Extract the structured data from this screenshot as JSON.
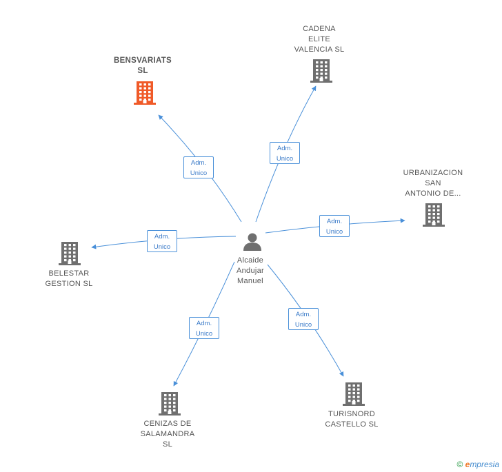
{
  "center": {
    "name_lines": [
      "Alcaide",
      "Andujar",
      "Manuel"
    ]
  },
  "nodes": [
    {
      "id": "bensvariats",
      "lines": [
        "BENSVARIATS",
        "SL"
      ],
      "highlight": true,
      "color": "#f05a28"
    },
    {
      "id": "cadena",
      "lines": [
        "CADENA",
        "ELITE",
        "VALENCIA SL"
      ],
      "highlight": false,
      "color": "#6f6f6f"
    },
    {
      "id": "urbanizacion",
      "lines": [
        "URBANIZACION",
        "SAN",
        "ANTONIO DE..."
      ],
      "highlight": false,
      "color": "#6f6f6f"
    },
    {
      "id": "belestar",
      "lines": [
        "BELESTAR",
        "GESTION SL"
      ],
      "highlight": false,
      "color": "#6f6f6f"
    },
    {
      "id": "cenizas",
      "lines": [
        "CENIZAS DE",
        "SALAMANDRA",
        "SL"
      ],
      "highlight": false,
      "color": "#6f6f6f"
    },
    {
      "id": "turisnord",
      "lines": [
        "TURISNORD",
        "CASTELLO  SL"
      ],
      "highlight": false,
      "color": "#6f6f6f"
    }
  ],
  "edges": [
    {
      "target": "bensvariats",
      "lines": [
        "Adm.",
        "Unico"
      ]
    },
    {
      "target": "cadena",
      "lines": [
        "Adm.",
        "Unico"
      ]
    },
    {
      "target": "urbanizacion",
      "lines": [
        "Adm.",
        "Unico"
      ]
    },
    {
      "target": "belestar",
      "lines": [
        "Adm.",
        "Unico"
      ]
    },
    {
      "target": "cenizas",
      "lines": [
        "Adm.",
        "Unico"
      ]
    },
    {
      "target": "turisnord",
      "lines": [
        "Adm.",
        "Unico"
      ]
    }
  ],
  "colors": {
    "edge": "#4a90d9",
    "person": "#6f6f6f"
  },
  "footer": {
    "copyright": "©",
    "brand_first": "e",
    "brand_rest": "mpresia"
  }
}
